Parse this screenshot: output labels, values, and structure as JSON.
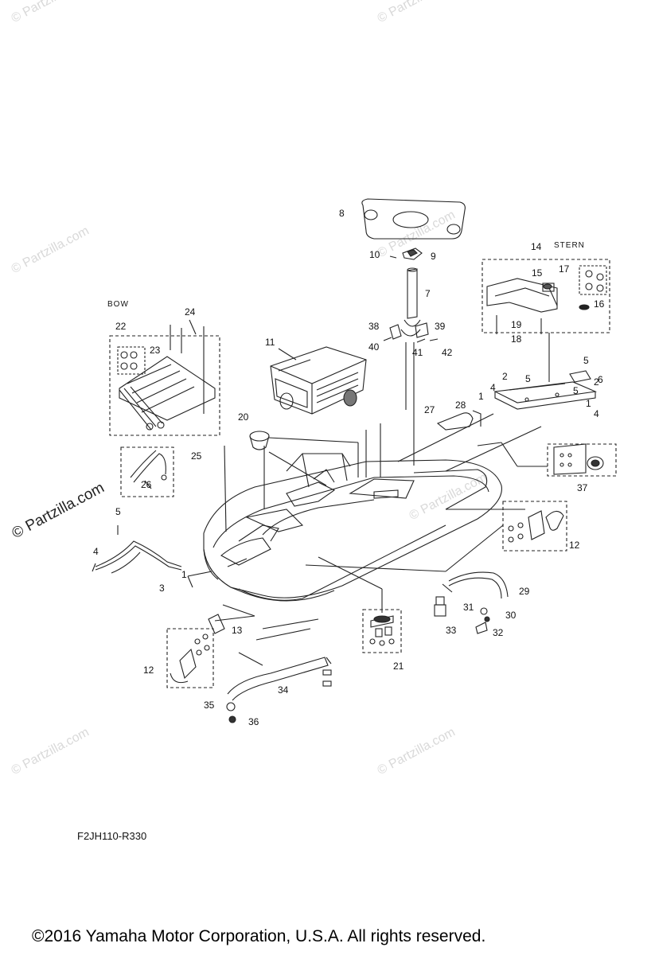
{
  "diagram": {
    "labels": {
      "bow": "BOW",
      "stern": "STERN",
      "drawing_code": "F2JH110-R330"
    },
    "part_numbers": [
      "1",
      "2",
      "3",
      "4",
      "5",
      "6",
      "7",
      "8",
      "9",
      "10",
      "11",
      "12",
      "13",
      "14",
      "15",
      "16",
      "17",
      "18",
      "19",
      "20",
      "21",
      "22",
      "23",
      "24",
      "25",
      "26",
      "27",
      "28",
      "29",
      "30",
      "31",
      "32",
      "33",
      "34",
      "35",
      "36",
      "37",
      "38",
      "39",
      "40",
      "41",
      "42"
    ],
    "watermark": "© Partzilla.com",
    "copyright": "©2016  Yamaha Motor Corporation, U.S.A. All rights reserved."
  }
}
